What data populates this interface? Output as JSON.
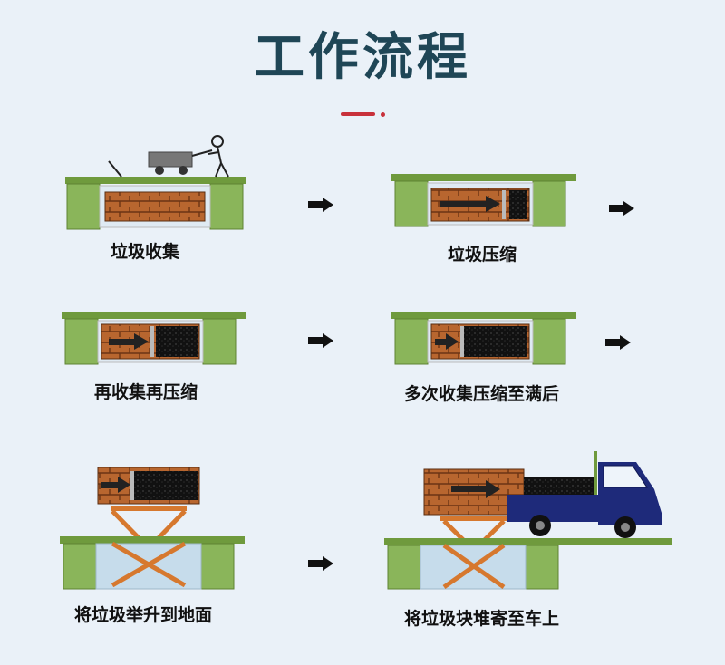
{
  "title": "工作流程",
  "colors": {
    "title": "#1f4656",
    "accent_red": "#c8313b",
    "platform_green": "#6f9a3d",
    "pillar_green": "#8ab55a",
    "wood": "#b5652e",
    "lift_orange": "#d6782e",
    "pit_blue": "#c6dceb",
    "truck_blue": "#1e2a7a"
  },
  "steps": [
    {
      "label": "垃圾收集",
      "icon": "cart-pushing-icon"
    },
    {
      "label": "垃圾压缩",
      "icon": "compress-arrow-icon"
    },
    {
      "label": "再收集再压缩",
      "icon": "compress-arrow-icon"
    },
    {
      "label": "多次收集压缩至满后",
      "icon": "full-box-icon"
    },
    {
      "label": "将垃圾举升到地面",
      "icon": "scissor-lift-icon"
    },
    {
      "label": "将垃圾块堆寄至车上",
      "icon": "truck-icon"
    }
  ],
  "arrow_icon": "arrow-right-icon"
}
